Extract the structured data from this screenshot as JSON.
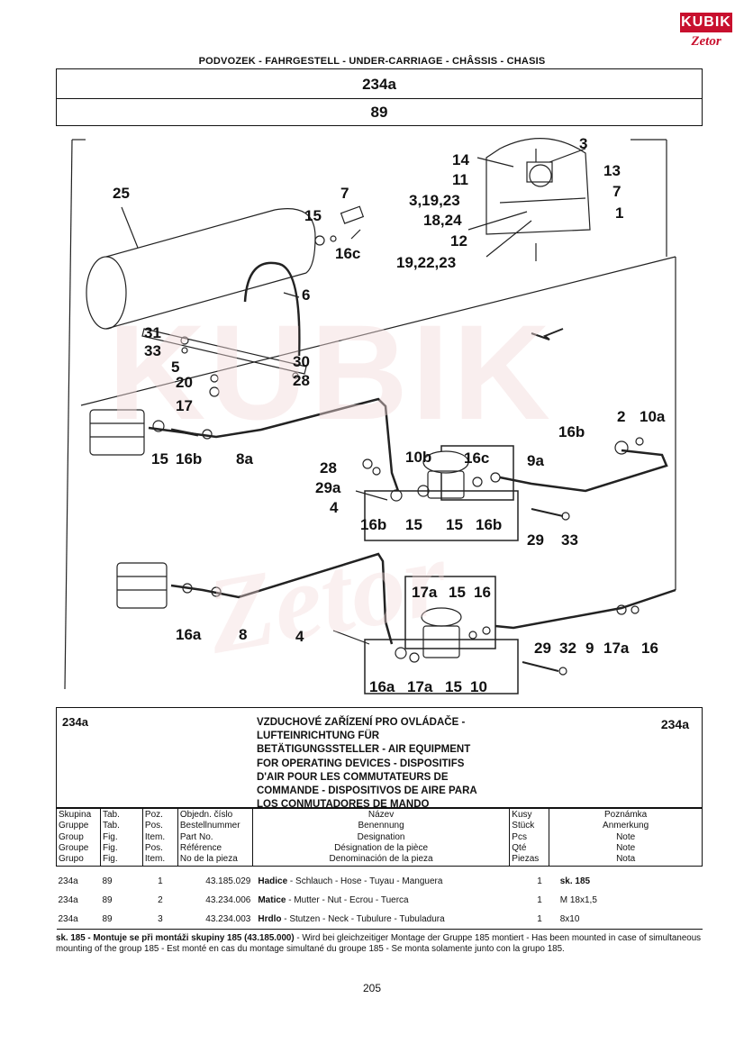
{
  "logo": {
    "brand": "KUBIK",
    "sub": "Zetor"
  },
  "header": "PODVOZEK - FAHRGESTELL - UNDER-CARRIAGE - CHÂSSIS - CHASIS",
  "group_code": "234a",
  "fig_number": "89",
  "diagram_labels": [
    "25",
    "15",
    "7",
    "16c",
    "6",
    "31",
    "33",
    "5",
    "20",
    "17",
    "30",
    "28",
    "14",
    "11",
    "3,19,23",
    "18,24",
    "12",
    "19,22,23",
    "3",
    "13",
    "7",
    "1",
    "15",
    "16b",
    "8a",
    "28",
    "29a",
    "4",
    "16b",
    "15",
    "10b",
    "16c",
    "15",
    "16b",
    "9a",
    "29",
    "33",
    "16b",
    "2",
    "10a",
    "16a",
    "8",
    "4",
    "16a",
    "17a",
    "15",
    "10",
    "17a",
    "15",
    "16",
    "29",
    "32",
    "9",
    "17a",
    "16"
  ],
  "title_block": {
    "code_left": "234a",
    "code_right": "234a",
    "title": "VZDUCHOVÉ ZAŘÍZENÍ PRO OVLÁDAČE -\nLUFTEINRICHTUNG FÜR\nBETÄTIGUNGSSTELLER - AIR EQUIPMENT\nFOR OPERATING DEVICES - DISPOSITIFS\nD'AIR POUR LES COMMUTATEURS DE\nCOMMANDE - DISPOSITIVOS DE AIRE PARA\nLOS CONMUTADORES DE MANDO"
  },
  "table": {
    "headers": {
      "group": "Skupina\nGruppe\nGroup\nGroupe\nGrupo",
      "tab": "Tab.\nTab.\nFig.\nFig.\nFig.",
      "pos": "Poz.\nPos.\nItem.\nPos.\nItem.",
      "part": "Objedn. číslo\nBestellnummer\nPart No.\nRéférence\nNo de la pieza",
      "name": "Název\nBenennung\nDesignation\nDésignation de la pièce\nDenominación de la pieza",
      "qty": "Kusy\nStück\nPcs\nQté\nPiezas",
      "note": "Poznámka\nAnmerkung\nNote\nNote\nNota"
    },
    "rows": [
      {
        "group": "234a",
        "tab": "89",
        "pos": "1",
        "part": "43.185.029",
        "name_bold": "Hadice",
        "name_rest": " - Schlauch - Hose - Tuyau - Manguera",
        "qty": "1",
        "note": "sk. 185",
        "note_bold": true
      },
      {
        "group": "234a",
        "tab": "89",
        "pos": "2",
        "part": "43.234.006",
        "name_bold": "Matice",
        "name_rest": " - Mutter - Nut - Ecrou - Tuerca",
        "qty": "1",
        "note": "M 18x1,5",
        "note_bold": false
      },
      {
        "group": "234a",
        "tab": "89",
        "pos": "3",
        "part": "43.234.003",
        "name_bold": "Hrdlo",
        "name_rest": " - Stutzen - Neck - Tubulure - Tubuladura",
        "qty": "1",
        "note": "8x10",
        "note_bold": false
      }
    ]
  },
  "note": {
    "bold": "sk. 185 - Montuje se při montáži skupiny 185 (43.185.000)",
    "rest": " - Wird bei gleichzeitiger Montage der Gruppe 185 montiert - Has been mounted in case of simultaneous mounting of the group 185 - Est monté en cas du montage simultané du groupe 185 - Se monta solamente junto con la grupo 185."
  },
  "page_number": "205"
}
